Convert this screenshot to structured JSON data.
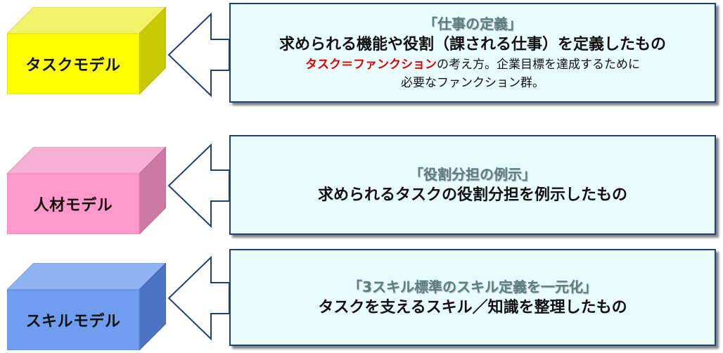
{
  "rows": [
    {
      "cube_label": "タスクモデル",
      "title": "「仕事の定義」",
      "main": "求められる機能や役割（課される仕事）を定義したもの",
      "sub_highlight": "タスク＝ファンクション",
      "sub_rest": "の考え方。企業目標を達成するために",
      "sub_line2": "必要なファンクション群。"
    },
    {
      "cube_label": "人材モデル",
      "title": "「役割分担の例示」",
      "main": "求められるタスクの役割分担を例示したもの"
    },
    {
      "cube_label": "スキルモデル",
      "title": "「3スキル標準のスキル定義を一元化」",
      "main": "タスクを支えるスキル／知識を整理したもの"
    }
  ],
  "colors": {
    "cube1": {
      "front": "#ffff00",
      "top": "#f3f36a",
      "side": "#c9c900"
    },
    "cube2": {
      "front": "#ff99cc",
      "top": "#f7b0d3",
      "side": "#cc79a3"
    },
    "cube3": {
      "front": "#6f9df0",
      "top": "#8fb3f3",
      "side": "#4d74c4"
    },
    "callout_fill": "#e8fbfd",
    "callout_border": "#1f3f7a",
    "highlight": "#e00000"
  },
  "icons": [
    "left-arrow-icon"
  ]
}
